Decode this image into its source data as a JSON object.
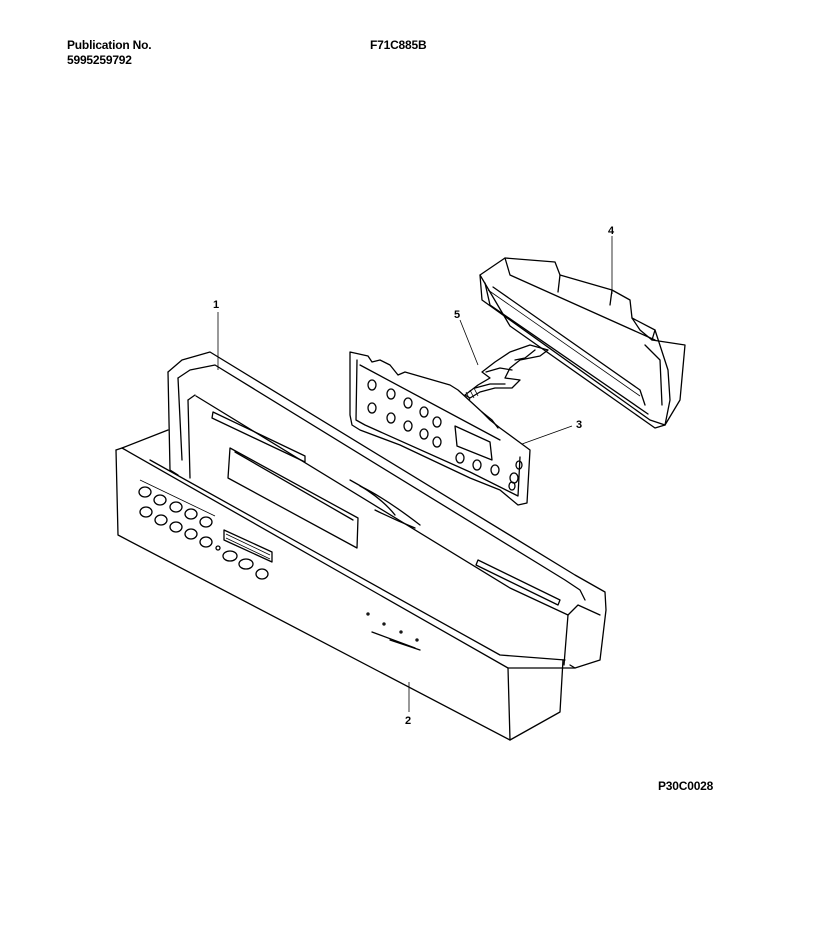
{
  "header": {
    "publication_label": "Publication No.",
    "publication_number": "5995259792",
    "model": "F71C885B"
  },
  "figure_code": "P30C0028",
  "callouts": [
    {
      "label": "1",
      "part": "control-panel-frame"
    },
    {
      "label": "2",
      "part": "console-front-panel"
    },
    {
      "label": "3",
      "part": "keypad-circuit-board"
    },
    {
      "label": "4",
      "part": "control-housing-box"
    },
    {
      "label": "5",
      "part": "ribbon-wire-harness"
    }
  ],
  "colors": {
    "line": "#000000",
    "background": "#ffffff"
  }
}
